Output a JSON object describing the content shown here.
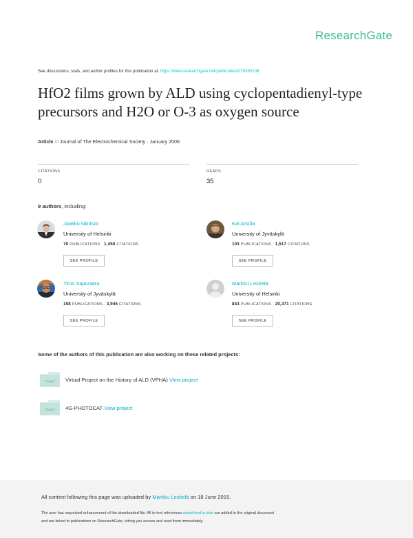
{
  "brand": {
    "logo": "ResearchGate",
    "color": "#40ba9b"
  },
  "header": {
    "discuss_text": "See discussions, stats, and author profiles for this publication at:",
    "discuss_link": "https://www.researchgate.net/publication/278385108"
  },
  "title": "HfO2 films grown by ALD using cyclopentadienyl-type precursors and H2O or O-3 as oxygen source",
  "article": {
    "type": "Article",
    "in": "in",
    "journal": "Journal of The Electrochemical Society · January 2006"
  },
  "stats": {
    "citations_label": "CITATIONS",
    "citations_value": "0",
    "reads_label": "READS",
    "reads_value": "35"
  },
  "authors_head": {
    "count": "9 authors",
    "suffix": ", including:"
  },
  "authors": [
    {
      "name": "Jaakko Niinistö",
      "affiliation": "University of Helsinki",
      "publications": "70",
      "citations": "1,450",
      "avatar": "photo-man-suit"
    },
    {
      "name": "Kai Arstila",
      "affiliation": "University of Jyväskylä",
      "publications": "103",
      "citations": "1,517",
      "avatar": "photo-man-beard"
    },
    {
      "name": "Timo Sajavaara",
      "affiliation": "University of Jyväskylä",
      "publications": "198",
      "citations": "3,945",
      "avatar": "photo-man-glasses"
    },
    {
      "name": "Markku Leskelä",
      "affiliation": "University of Helsinki",
      "publications": "843",
      "citations": "20,371",
      "avatar": "placeholder-avatar"
    }
  ],
  "labels": {
    "publications": "PUBLICATIONS",
    "citations": "CITATIONS",
    "see_profile": "SEE PROFILE"
  },
  "projects_head": "Some of the authors of this publication are also working on these related projects:",
  "projects": [
    {
      "icon_label": "Project",
      "name": "Virtual Project on the History of ALD (VPHA)",
      "link": "View project"
    },
    {
      "icon_label": "Project",
      "name": "4G-PHOTOCAT",
      "link": "View project"
    }
  ],
  "footer": {
    "line1_pre": "All content following this page was uploaded by",
    "uploader": "Markku Leskelä",
    "line1_post": "on 18 June 2015.",
    "line2_pre": "The user has requested enhancement of the downloaded file. All in-text references",
    "line2_link": "underlined in blue",
    "line2_post": "are added to the original document",
    "line3": "and are linked to publications on ResearchGate, letting you access and read them immediately."
  }
}
